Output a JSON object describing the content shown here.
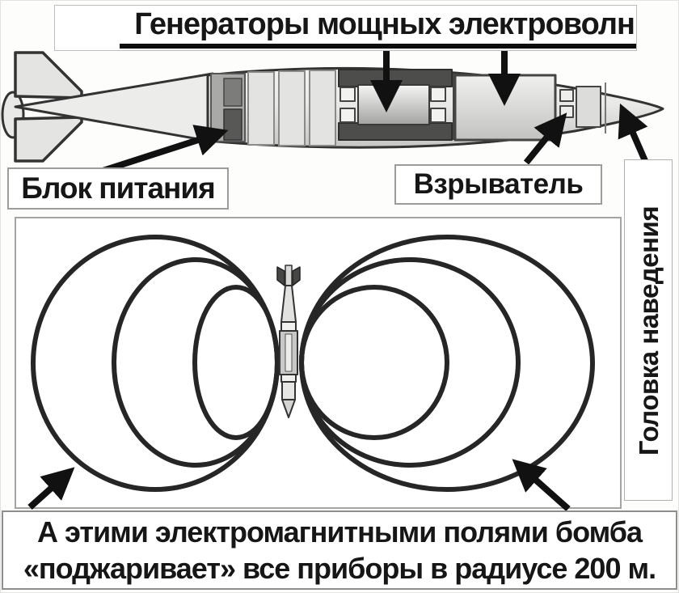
{
  "title": "Генераторы мощных электроволн",
  "labels": {
    "power": "Блок питания",
    "fuze": "Взрыватель",
    "guidance": "Головка наведения"
  },
  "caption": {
    "line1": "А этими электромагнитными полями бомба",
    "line2": "«поджаривает» все приборы в радиусе 200 м."
  },
  "colors": {
    "ink": "#141414",
    "arrow": "#111111",
    "body_light": "#ededeb",
    "body_dark": "#4d4d4b",
    "box_border": "#9c9c9a",
    "field_stroke": "#262626",
    "background": "#ffffff"
  }
}
